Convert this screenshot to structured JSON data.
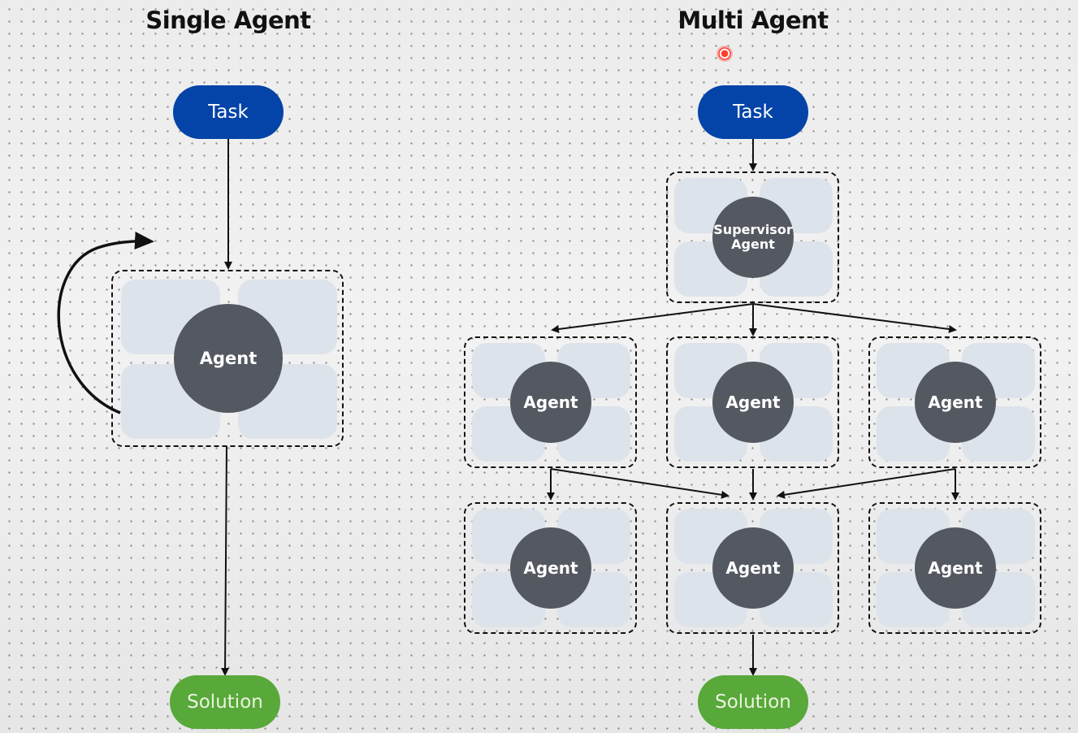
{
  "single_agent": {
    "title": "Single Agent",
    "task_label": "Task",
    "agent_label": "Agent",
    "solution_label": "Solution"
  },
  "multi_agent": {
    "title": "Multi Agent",
    "task_label": "Task",
    "supervisor_label_line1": "Supervisor",
    "supervisor_label_line2": "Agent",
    "agents": [
      {
        "label": "Agent"
      },
      {
        "label": "Agent"
      },
      {
        "label": "Agent"
      },
      {
        "label": "Agent"
      },
      {
        "label": "Agent"
      },
      {
        "label": "Agent"
      }
    ],
    "solution_label": "Solution"
  },
  "colors": {
    "task": "#0444a8",
    "solution": "#58a83a",
    "agent_circle": "#545861",
    "agent_tile": "#dde3ea"
  },
  "icons": {
    "cursor": "pointer-dot-icon"
  }
}
